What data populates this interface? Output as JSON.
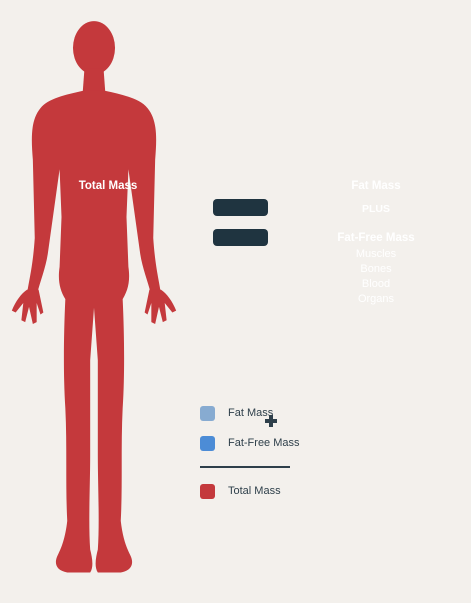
{
  "colors": {
    "total_mass": "#c4393c",
    "fat_mass": "#87abd1",
    "fat_free_mass": "#4c8cd6",
    "equals": "#1f3440",
    "background": "#f3f0ec"
  },
  "left_figure": {
    "label": "Total Mass"
  },
  "right_figure": {
    "fat_label": "Fat Mass",
    "plus_label": "PLUS",
    "fat_free_label": "Fat-Free Mass",
    "components": [
      "Muscles",
      "Bones",
      "Blood",
      "Organs"
    ]
  },
  "legend": {
    "items": [
      {
        "label": "Fat Mass",
        "swatch": "fat_mass"
      },
      {
        "label": "Fat-Free Mass",
        "swatch": "fat_free_mass"
      },
      {
        "label": "Total Mass",
        "swatch": "total_mass"
      }
    ]
  }
}
